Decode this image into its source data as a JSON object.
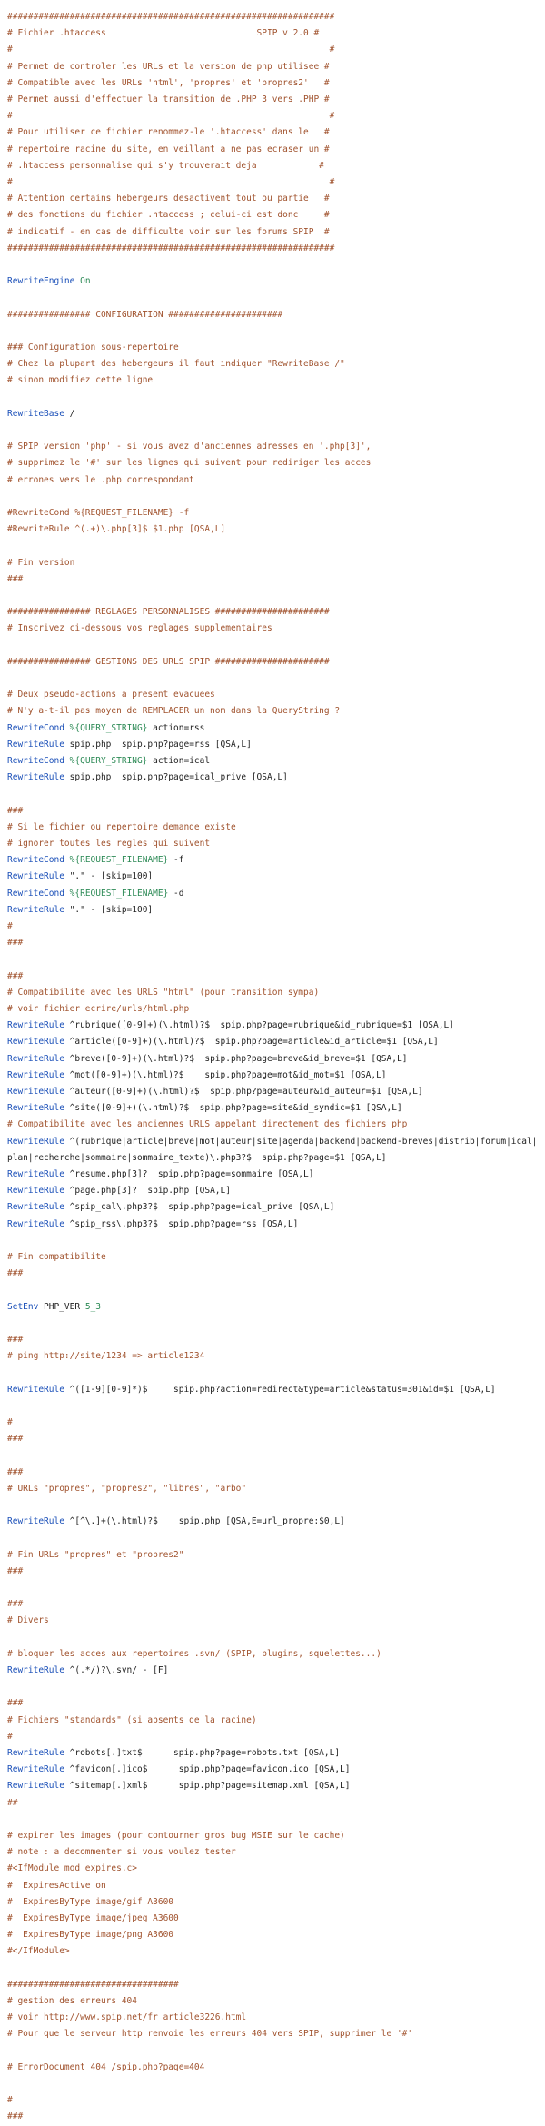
{
  "colors": {
    "comment": "#a0522d",
    "directive": "#1a4fb8",
    "variable": "#2e8b57",
    "text": "#222222"
  },
  "lines": [
    [
      [
        "c",
        "###############################################################"
      ]
    ],
    [
      [
        "c",
        "# Fichier .htaccess                             SPIP v 2.0 #"
      ]
    ],
    [
      [
        "c",
        "#                                                             #"
      ]
    ],
    [
      [
        "c",
        "# Permet de controler les URLs et la version de php utilisee #"
      ]
    ],
    [
      [
        "c",
        "# Compatible avec les URLs 'html', 'propres' et 'propres2'   #"
      ]
    ],
    [
      [
        "c",
        "# Permet aussi d'effectuer la transition de .PHP 3 vers .PHP #"
      ]
    ],
    [
      [
        "c",
        "#                                                             #"
      ]
    ],
    [
      [
        "c",
        "# Pour utiliser ce fichier renommez-le '.htaccess' dans le   #"
      ]
    ],
    [
      [
        "c",
        "# repertoire racine du site, en veillant a ne pas ecraser un #"
      ]
    ],
    [
      [
        "c",
        "# .htaccess personnalise qui s'y trouverait deja            #"
      ]
    ],
    [
      [
        "c",
        "#                                                             #"
      ]
    ],
    [
      [
        "c",
        "# Attention certains hebergeurs desactivent tout ou partie   #"
      ]
    ],
    [
      [
        "c",
        "# des fonctions du fichier .htaccess ; celui-ci est donc     #"
      ]
    ],
    [
      [
        "c",
        "# indicatif - en cas de difficulte voir sur les forums SPIP  #"
      ]
    ],
    [
      [
        "c",
        "###############################################################"
      ]
    ],
    [],
    [
      [
        "d",
        "RewriteEngine"
      ],
      [
        "t",
        " "
      ],
      [
        "v",
        "On"
      ]
    ],
    [],
    [
      [
        "c",
        "################ CONFIGURATION ######################"
      ]
    ],
    [],
    [
      [
        "c",
        "### Configuration sous-repertoire"
      ]
    ],
    [
      [
        "c",
        "# Chez la plupart des hebergeurs il faut indiquer \"RewriteBase /\""
      ]
    ],
    [
      [
        "c",
        "# sinon modifiez cette ligne"
      ]
    ],
    [],
    [
      [
        "d",
        "RewriteBase"
      ],
      [
        "t",
        " /"
      ]
    ],
    [],
    [
      [
        "c",
        "# SPIP version 'php' - si vous avez d'anciennes adresses en '.php[3]',"
      ]
    ],
    [
      [
        "c",
        "# supprimez le '#' sur les lignes qui suivent pour rediriger les acces"
      ]
    ],
    [
      [
        "c",
        "# errones vers le .php correspondant"
      ]
    ],
    [],
    [
      [
        "c",
        "#RewriteCond %{REQUEST_FILENAME} -f"
      ]
    ],
    [
      [
        "c",
        "#RewriteRule ^(.+)\\.php[3]$ $1.php [QSA,L]"
      ]
    ],
    [],
    [
      [
        "c",
        "# Fin version"
      ]
    ],
    [
      [
        "c",
        "###"
      ]
    ],
    [],
    [
      [
        "c",
        "################ REGLAGES PERSONNALISES ######################"
      ]
    ],
    [
      [
        "c",
        "# Inscrivez ci-dessous vos reglages supplementaires"
      ]
    ],
    [],
    [
      [
        "c",
        "################ GESTIONS DES URLS SPIP ######################"
      ]
    ],
    [],
    [
      [
        "c",
        "# Deux pseudo-actions a present evacuees"
      ]
    ],
    [
      [
        "c",
        "# N'y a-t-il pas moyen de REMPLACER un nom dans la QueryString ?"
      ]
    ],
    [
      [
        "d",
        "RewriteCond"
      ],
      [
        "t",
        " "
      ],
      [
        "v",
        "%{QUERY_STRING}"
      ],
      [
        "t",
        " action=rss"
      ]
    ],
    [
      [
        "d",
        "RewriteRule"
      ],
      [
        "t",
        " spip.php  spip.php?page=rss [QSA,L]"
      ]
    ],
    [
      [
        "d",
        "RewriteCond"
      ],
      [
        "t",
        " "
      ],
      [
        "v",
        "%{QUERY_STRING}"
      ],
      [
        "t",
        " action=ical"
      ]
    ],
    [
      [
        "d",
        "RewriteRule"
      ],
      [
        "t",
        " spip.php  spip.php?page=ical_prive [QSA,L]"
      ]
    ],
    [],
    [
      [
        "c",
        "###"
      ]
    ],
    [
      [
        "c",
        "# Si le fichier ou repertoire demande existe"
      ]
    ],
    [
      [
        "c",
        "# ignorer toutes les regles qui suivent"
      ]
    ],
    [
      [
        "d",
        "RewriteCond"
      ],
      [
        "t",
        " "
      ],
      [
        "v",
        "%{REQUEST_FILENAME}"
      ],
      [
        "t",
        " -f"
      ]
    ],
    [
      [
        "d",
        "RewriteRule"
      ],
      [
        "t",
        " \".\" - [skip=100]"
      ]
    ],
    [
      [
        "d",
        "RewriteCond"
      ],
      [
        "t",
        " "
      ],
      [
        "v",
        "%{REQUEST_FILENAME}"
      ],
      [
        "t",
        " -d"
      ]
    ],
    [
      [
        "d",
        "RewriteRule"
      ],
      [
        "t",
        " \".\" - [skip=100]"
      ]
    ],
    [
      [
        "c",
        "#"
      ]
    ],
    [
      [
        "c",
        "###"
      ]
    ],
    [],
    [
      [
        "c",
        "###"
      ]
    ],
    [
      [
        "c",
        "# Compatibilite avec les URLS \"html\" (pour transition sympa)"
      ]
    ],
    [
      [
        "c",
        "# voir fichier ecrire/urls/html.php"
      ]
    ],
    [
      [
        "d",
        "RewriteRule"
      ],
      [
        "t",
        " ^rubrique([0-9]+)(\\.html)?$  spip.php?page=rubrique&id_rubrique=$1 [QSA,L]"
      ]
    ],
    [
      [
        "d",
        "RewriteRule"
      ],
      [
        "t",
        " ^article([0-9]+)(\\.html)?$  spip.php?page=article&id_article=$1 [QSA,L]"
      ]
    ],
    [
      [
        "d",
        "RewriteRule"
      ],
      [
        "t",
        " ^breve([0-9]+)(\\.html)?$  spip.php?page=breve&id_breve=$1 [QSA,L]"
      ]
    ],
    [
      [
        "d",
        "RewriteRule"
      ],
      [
        "t",
        " ^mot([0-9]+)(\\.html)?$    spip.php?page=mot&id_mot=$1 [QSA,L]"
      ]
    ],
    [
      [
        "d",
        "RewriteRule"
      ],
      [
        "t",
        " ^auteur([0-9]+)(\\.html)?$  spip.php?page=auteur&id_auteur=$1 [QSA,L]"
      ]
    ],
    [
      [
        "d",
        "RewriteRule"
      ],
      [
        "t",
        " ^site([0-9]+)(\\.html)?$  spip.php?page=site&id_syndic=$1 [QSA,L]"
      ]
    ],
    [
      [
        "c",
        "# Compatibilite avec les anciennes URLS appelant directement des fichiers php"
      ]
    ],
    [
      [
        "d",
        "RewriteRule"
      ],
      [
        "t",
        " ^(rubrique|article|breve|mot|auteur|site|agenda|backend|backend-breves|distrib|forum|ical|plan|recherche|sommaire|sommaire_texte)\\.php3?$  spip.php?page=$1 [QSA,L]"
      ]
    ],
    [
      [
        "d",
        "RewriteRule"
      ],
      [
        "t",
        " ^resume.php[3]?  spip.php?page=sommaire [QSA,L]"
      ]
    ],
    [
      [
        "d",
        "RewriteRule"
      ],
      [
        "t",
        " ^page.php[3]?  spip.php [QSA,L]"
      ]
    ],
    [
      [
        "d",
        "RewriteRule"
      ],
      [
        "t",
        " ^spip_cal\\.php3?$  spip.php?page=ical_prive [QSA,L]"
      ]
    ],
    [
      [
        "d",
        "RewriteRule"
      ],
      [
        "t",
        " ^spip_rss\\.php3?$  spip.php?page=rss [QSA,L]"
      ]
    ],
    [],
    [
      [
        "c",
        "# Fin compatibilite"
      ]
    ],
    [
      [
        "c",
        "###"
      ]
    ],
    [],
    [
      [
        "d",
        "SetEnv"
      ],
      [
        "t",
        " PHP_VER "
      ],
      [
        "v",
        "5_3"
      ]
    ],
    [],
    [
      [
        "c",
        "###"
      ]
    ],
    [
      [
        "c",
        "# ping http://site/1234 => article1234"
      ]
    ],
    [],
    [
      [
        "d",
        "RewriteRule"
      ],
      [
        "t",
        " ^([1-9][0-9]*)$     spip.php?action=redirect&type=article&status=301&id=$1 [QSA,L]"
      ]
    ],
    [],
    [
      [
        "c",
        "#"
      ]
    ],
    [
      [
        "c",
        "###"
      ]
    ],
    [],
    [
      [
        "c",
        "###"
      ]
    ],
    [
      [
        "c",
        "# URLs \"propres\", \"propres2\", \"libres\", \"arbo\""
      ]
    ],
    [],
    [
      [
        "d",
        "RewriteRule"
      ],
      [
        "t",
        " ^[^\\.]+(\\.html)?$    spip.php [QSA,E=url_propre:$0,L]"
      ]
    ],
    [],
    [
      [
        "c",
        "# Fin URLs \"propres\" et \"propres2\""
      ]
    ],
    [
      [
        "c",
        "###"
      ]
    ],
    [],
    [
      [
        "c",
        "###"
      ]
    ],
    [
      [
        "c",
        "# Divers"
      ]
    ],
    [],
    [
      [
        "c",
        "# bloquer les acces aux repertoires .svn/ (SPIP, plugins, squelettes...)"
      ]
    ],
    [
      [
        "d",
        "RewriteRule"
      ],
      [
        "t",
        " ^(.*/)?\\.svn/ - [F]"
      ]
    ],
    [],
    [
      [
        "c",
        "###"
      ]
    ],
    [
      [
        "c",
        "# Fichiers \"standards\" (si absents de la racine)"
      ]
    ],
    [
      [
        "c",
        "#"
      ]
    ],
    [
      [
        "d",
        "RewriteRule"
      ],
      [
        "t",
        " ^robots[.]txt$      spip.php?page=robots.txt [QSA,L]"
      ]
    ],
    [
      [
        "d",
        "RewriteRule"
      ],
      [
        "t",
        " ^favicon[.]ico$      spip.php?page=favicon.ico [QSA,L]"
      ]
    ],
    [
      [
        "d",
        "RewriteRule"
      ],
      [
        "t",
        " ^sitemap[.]xml$      spip.php?page=sitemap.xml [QSA,L]"
      ]
    ],
    [
      [
        "c",
        "##"
      ]
    ],
    [],
    [
      [
        "c",
        "# expirer les images (pour contourner gros bug MSIE sur le cache)"
      ]
    ],
    [
      [
        "c",
        "# note : a decommenter si vous voulez tester"
      ]
    ],
    [
      [
        "c",
        "#<IfModule mod_expires.c>"
      ]
    ],
    [
      [
        "c",
        "#  ExpiresActive on"
      ]
    ],
    [
      [
        "c",
        "#  ExpiresByType image/gif A3600"
      ]
    ],
    [
      [
        "c",
        "#  ExpiresByType image/jpeg A3600"
      ]
    ],
    [
      [
        "c",
        "#  ExpiresByType image/png A3600"
      ]
    ],
    [
      [
        "c",
        "#</IfModule>"
      ]
    ],
    [],
    [
      [
        "c",
        "#################################"
      ]
    ],
    [
      [
        "c",
        "# gestion des erreurs 404"
      ]
    ],
    [
      [
        "c",
        "# voir http://www.spip.net/fr_article3226.html"
      ]
    ],
    [
      [
        "c",
        "# Pour que le serveur http renvoie les erreurs 404 vers SPIP, supprimer le '#'"
      ]
    ],
    [],
    [
      [
        "c",
        "# ErrorDocument 404 /spip.php?page=404"
      ]
    ],
    [],
    [
      [
        "c",
        "#"
      ]
    ],
    [
      [
        "c",
        "###"
      ]
    ]
  ]
}
